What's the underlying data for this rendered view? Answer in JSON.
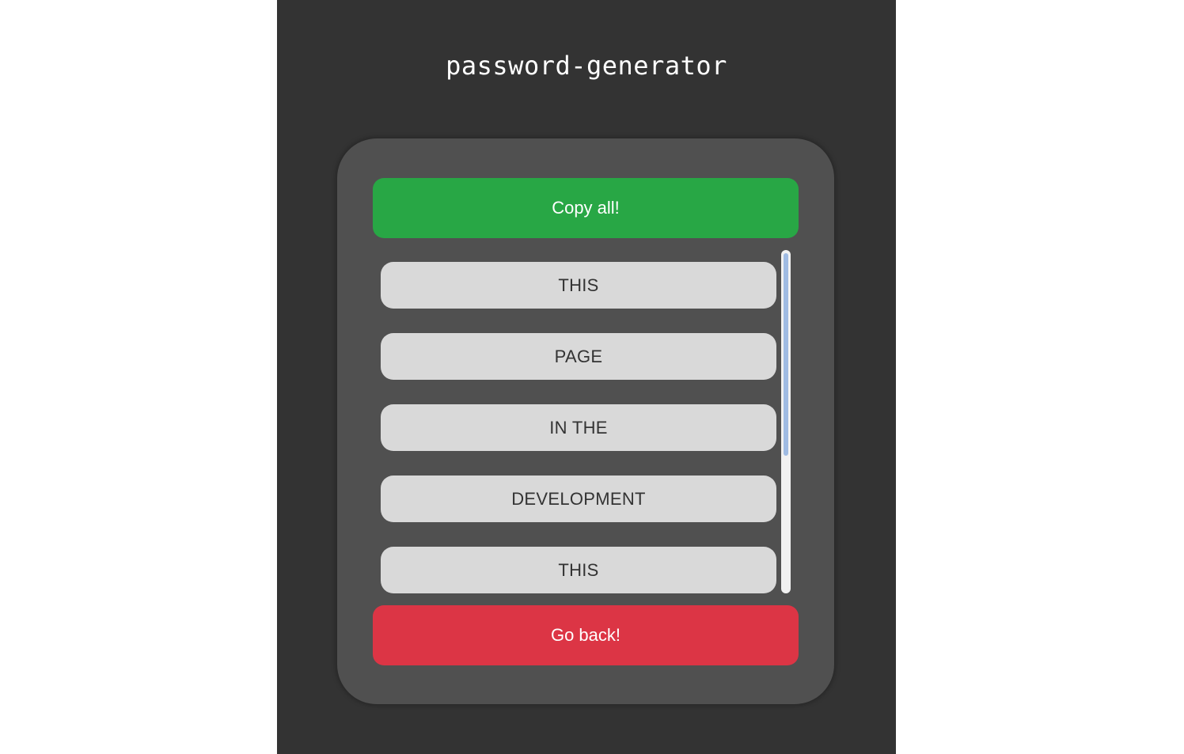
{
  "app": {
    "title": "password-generator"
  },
  "buttons": {
    "copy_label": "Copy all!",
    "back_label": "Go back!"
  },
  "list": {
    "items": [
      {
        "label": "THIS"
      },
      {
        "label": "PAGE"
      },
      {
        "label": "IN THE"
      },
      {
        "label": "DEVELOPMENT"
      },
      {
        "label": "THIS"
      }
    ]
  },
  "colors": {
    "background": "#333333",
    "card": "#505050",
    "copy_button": "#28a745",
    "back_button": "#dc3545",
    "list_item": "#d9d9d9",
    "scroll_thumb": "#9fbbe3"
  }
}
